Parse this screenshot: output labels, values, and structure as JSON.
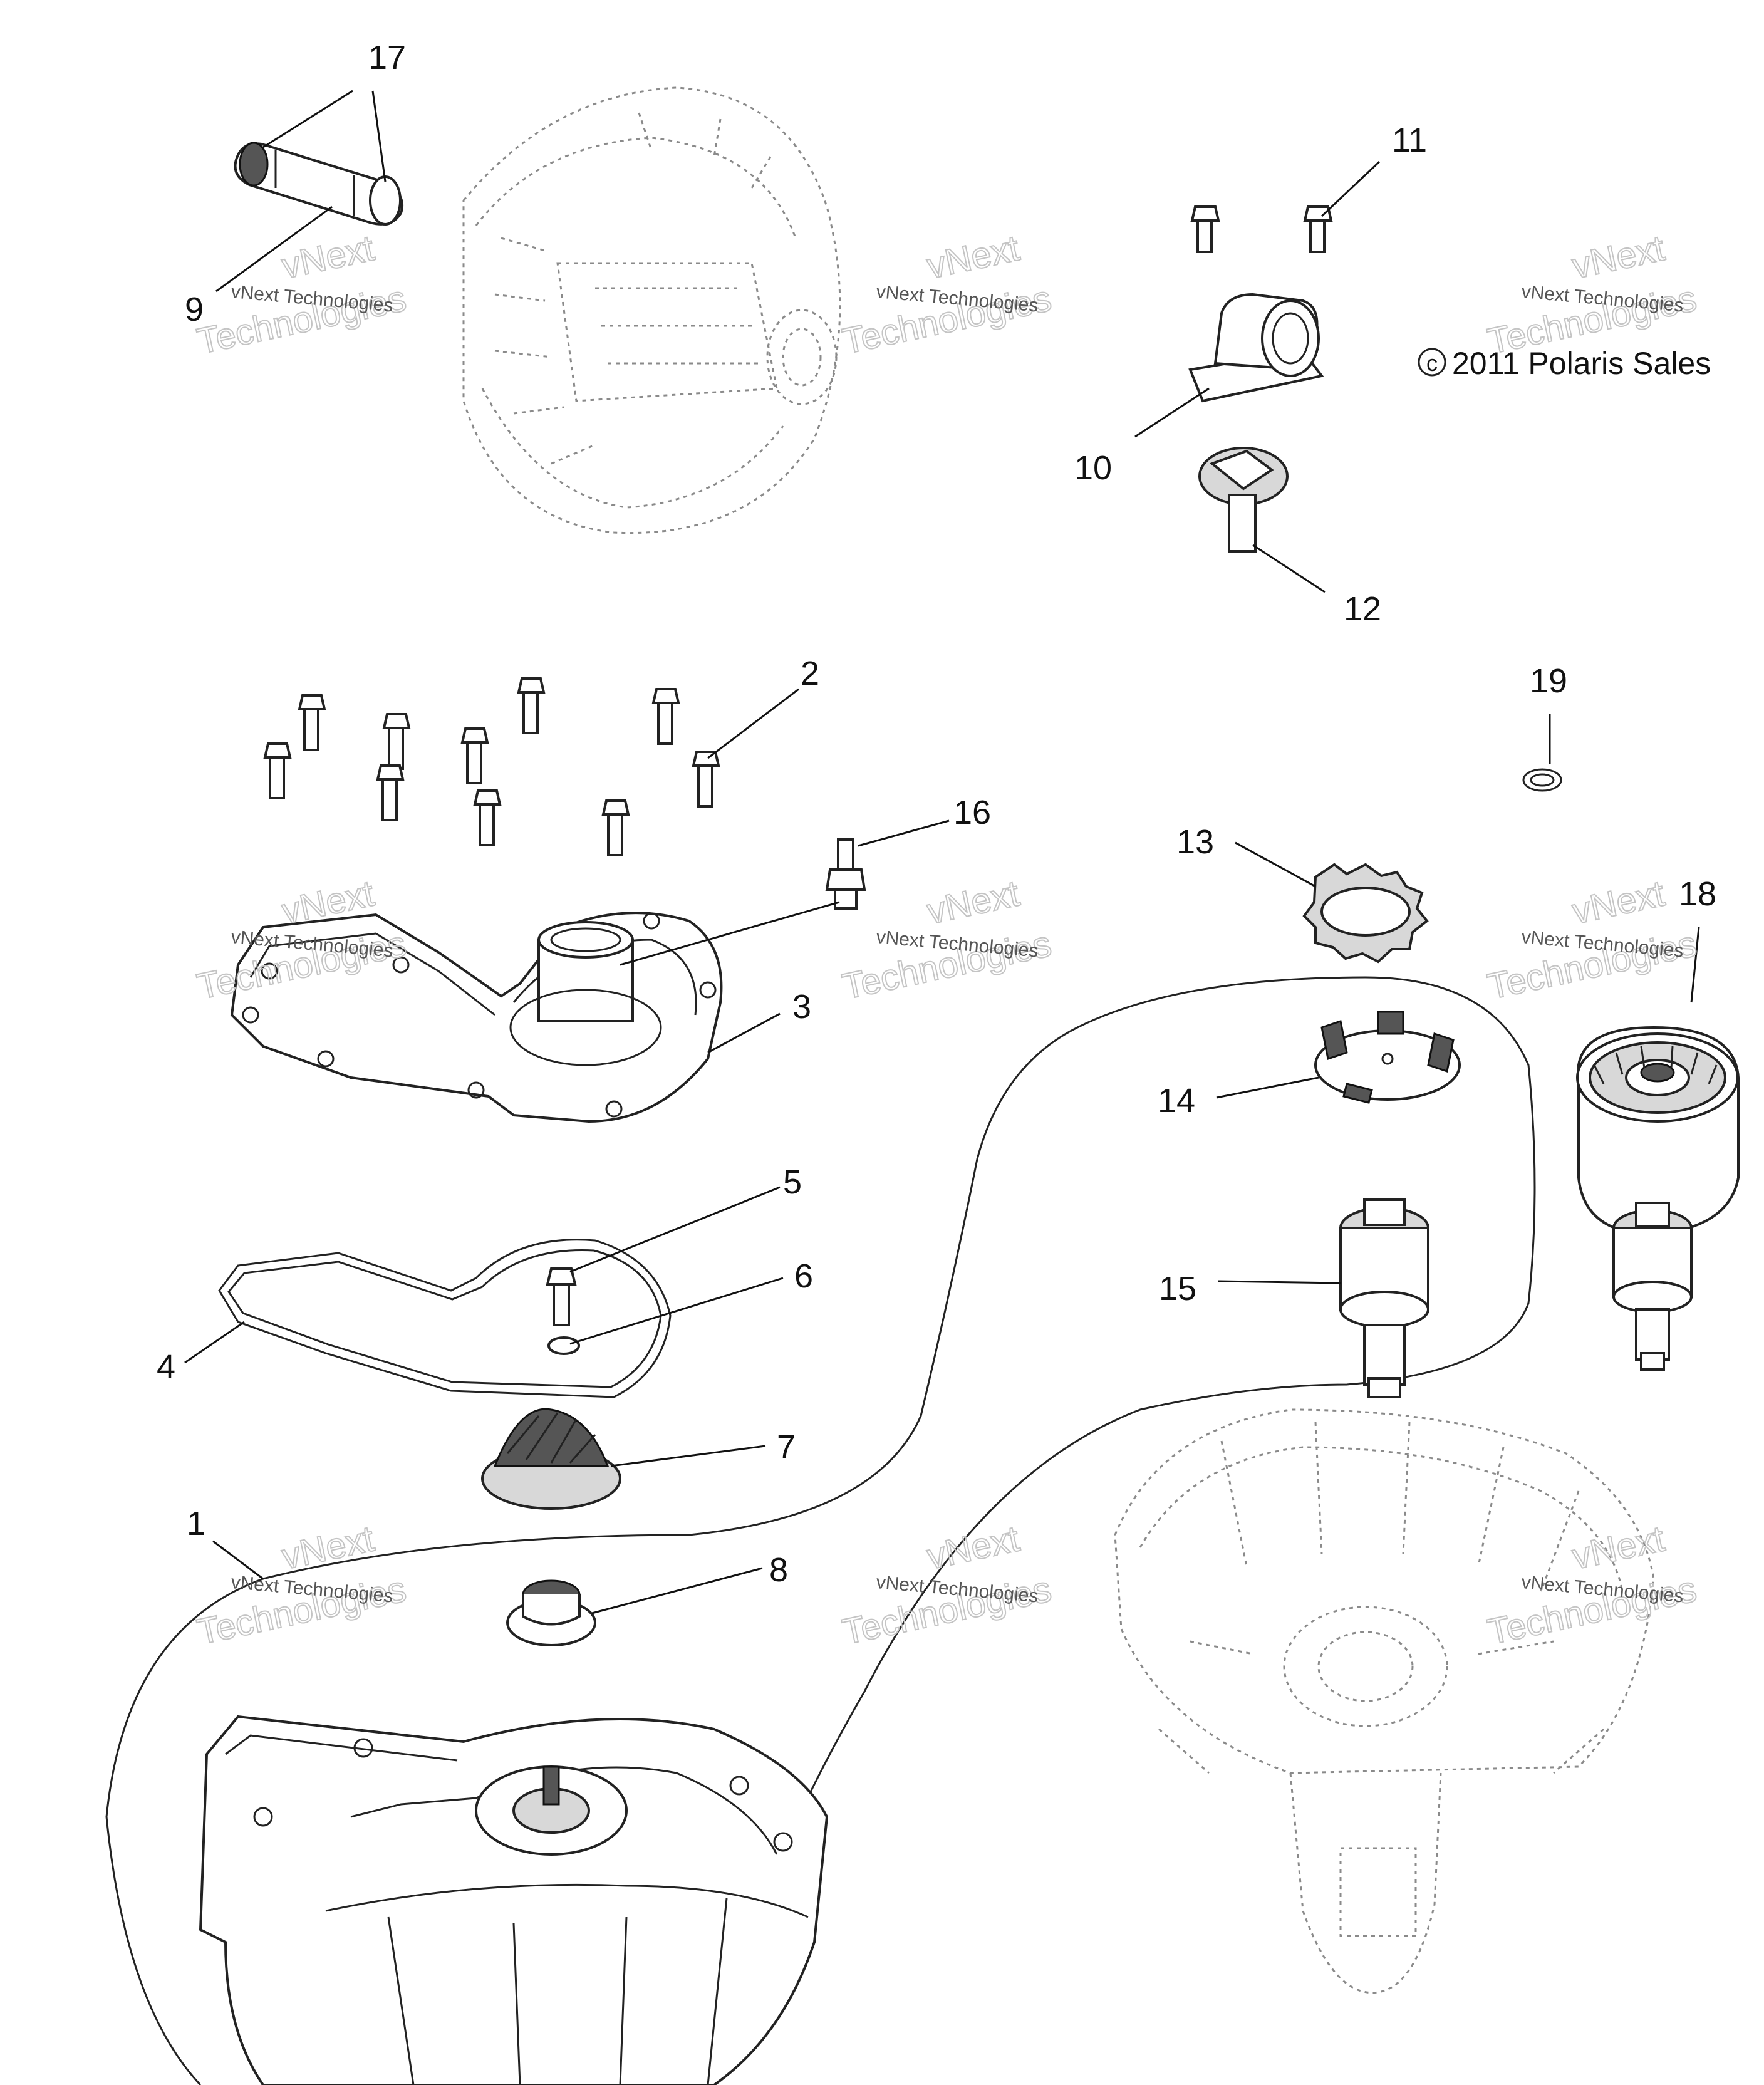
{
  "diagram": {
    "callouts": [
      {
        "id": "c1",
        "label": "1"
      },
      {
        "id": "c2",
        "label": "2"
      },
      {
        "id": "c3",
        "label": "3"
      },
      {
        "id": "c4",
        "label": "4"
      },
      {
        "id": "c5",
        "label": "5"
      },
      {
        "id": "c6",
        "label": "6"
      },
      {
        "id": "c7",
        "label": "7"
      },
      {
        "id": "c8",
        "label": "8"
      },
      {
        "id": "c9",
        "label": "9"
      },
      {
        "id": "c10",
        "label": "10"
      },
      {
        "id": "c11",
        "label": "11"
      },
      {
        "id": "c12",
        "label": "12"
      },
      {
        "id": "c13",
        "label": "13"
      },
      {
        "id": "c14",
        "label": "14"
      },
      {
        "id": "c15",
        "label": "15"
      },
      {
        "id": "c16",
        "label": "16"
      },
      {
        "id": "c17",
        "label": "17"
      },
      {
        "id": "c18",
        "label": "18"
      },
      {
        "id": "c19",
        "label": "19"
      }
    ],
    "copyright": "2011 Polaris Sales",
    "copyright_symbol": "c",
    "watermark": {
      "line1": "vNext Technologies",
      "line2": "vNext",
      "line3": "Technologies"
    }
  }
}
